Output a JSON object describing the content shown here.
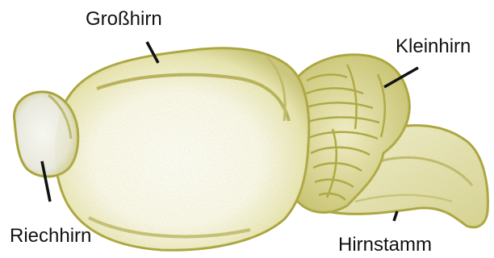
{
  "labels": {
    "grosshirn": "Großhirn",
    "kleinhirn": "Kleinhirn",
    "riechhirn": "Riechhirn",
    "hirnstamm": "Hirnstamm"
  },
  "colors": {
    "outline": "#a9a43b",
    "fill_light": "#f4f2dd",
    "fill_mid": "#e2dea4",
    "shade": "#c8c47a",
    "leader_line": "#111111",
    "text": "#111111",
    "background": "#ffffff"
  }
}
